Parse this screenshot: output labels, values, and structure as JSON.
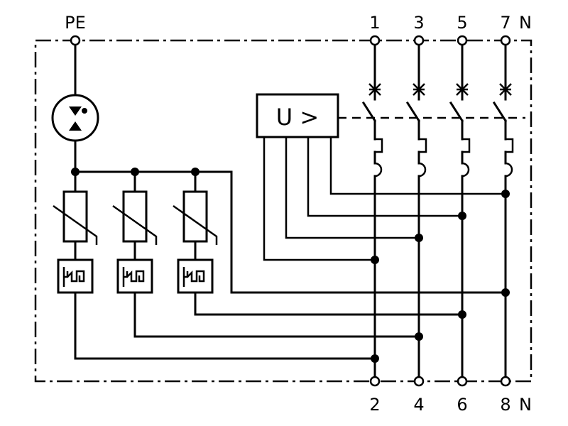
{
  "labels": {
    "pe": "PE",
    "top_terminals": [
      "1",
      "3",
      "5",
      "7"
    ],
    "top_neutral": "N",
    "bottom_terminals": [
      "2",
      "4",
      "6",
      "8"
    ],
    "bottom_neutral": "N",
    "monitor": "U >"
  },
  "colors": {
    "line": "#000000",
    "background": "#ffffff"
  }
}
